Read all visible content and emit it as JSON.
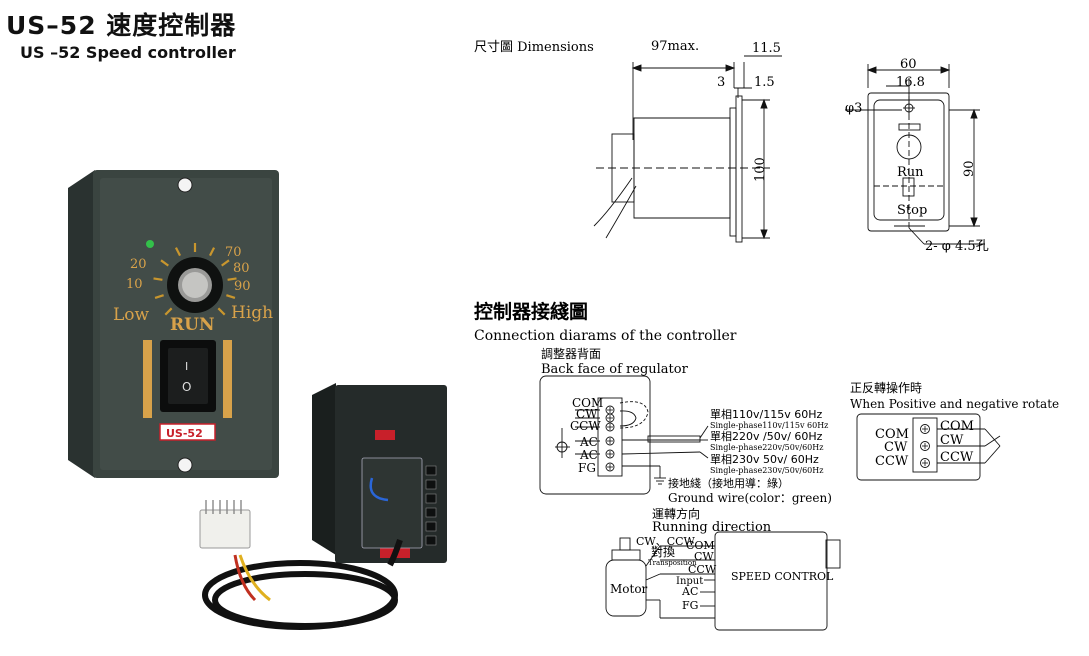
{
  "header": {
    "title_cn": "US–52 速度控制器",
    "title_en": "US –52 Speed controller"
  },
  "product": {
    "dial_numbers": [
      "10",
      "20",
      "70",
      "80",
      "90"
    ],
    "low_label": "Low",
    "run_label": "RUN",
    "high_label": "High",
    "model_badge": "US-52",
    "switch_on": "I",
    "switch_off": "O"
  },
  "dimensions": {
    "label": "尺寸圖 Dimensions",
    "side": {
      "length": "97max.",
      "flange": "11.5",
      "step": "3",
      "plate": "1.5",
      "height": "100"
    },
    "front": {
      "width": "60",
      "hole_offset": "16.8",
      "hole_dia": "φ3",
      "height": "90",
      "run": "Run",
      "stop": "Stop",
      "mount_holes": "2- φ 4.5孔"
    }
  },
  "connection": {
    "heading_cn": "控制器接綫圖",
    "heading_en": "Connection diarams of the controller",
    "regulator_cn": "調整器背面",
    "regulator_en": "Back face of regulator",
    "terminals": [
      "COM",
      "CW",
      "CCW",
      "AC",
      "AC",
      "FG"
    ],
    "power": [
      {
        "cn": "單相110v/115v 60Hz",
        "en": "Single-phase110v/115v 60Hz"
      },
      {
        "cn": "單相220v /50v/ 60Hz",
        "en": "Single-phase220v/50v/60Hz"
      },
      {
        "cn": "單相230v 50v/ 60Hz",
        "en": "Single-phase230v/50v/60Hz"
      }
    ],
    "ground_cn": "接地綫（接地用導：綠）",
    "ground_en": "Ground wire(color：green)",
    "rotate_cn": "正反轉操作時",
    "rotate_en": "When Positive and negative rotate",
    "rotate_terms": [
      "COM",
      "CW",
      "CCW"
    ],
    "running_cn": "運轉方向",
    "running_en": "Running direction",
    "cw_ccw": "CW、CCW",
    "swap_cn": "對換",
    "swap_en": "Transposition",
    "motor": "Motor",
    "speed_control": "SPEED CONTROL",
    "sc_terms": [
      "COM",
      "CW",
      "CCW",
      "Input",
      "AC",
      "FG"
    ]
  },
  "colors": {
    "panel": "#3a4440",
    "panel_dark": "#1f2624",
    "dial_tick": "#c8962e",
    "amber": "#d8a24a",
    "badge_red": "#c8202a"
  }
}
